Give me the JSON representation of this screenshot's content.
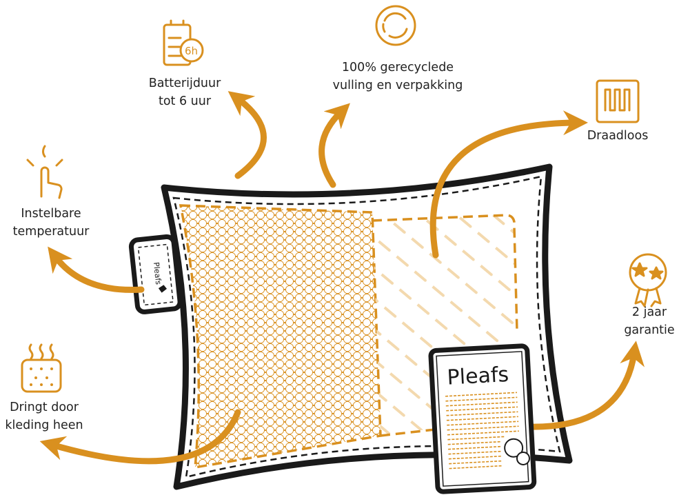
{
  "brand": {
    "name": "Pleafs"
  },
  "colors": {
    "accent": "#d9901f",
    "outline": "#1a1a1a",
    "hatch": "#f3d9ae"
  },
  "features": [
    {
      "id": "battery",
      "icon": "battery-6h-icon",
      "line1": "Batterijduur",
      "line2": "tot 6 uur",
      "badge": "6h"
    },
    {
      "id": "recycled",
      "icon": "recycle-icon",
      "line1": "100% gerecyclede",
      "line2": "vulling en verpakking"
    },
    {
      "id": "wireless",
      "icon": "heating-element-icon",
      "line1": "Draadloos"
    },
    {
      "id": "temperature",
      "icon": "touch-finger-icon",
      "line1": "Instelbare",
      "line2": "temperatuur"
    },
    {
      "id": "warranty",
      "icon": "award-stars-icon",
      "line1": "2 jaar",
      "line2": "garantie"
    },
    {
      "id": "penetrates",
      "icon": "heated-pillow-icon",
      "line1": "Dringt door",
      "line2": "kleding heen"
    }
  ]
}
